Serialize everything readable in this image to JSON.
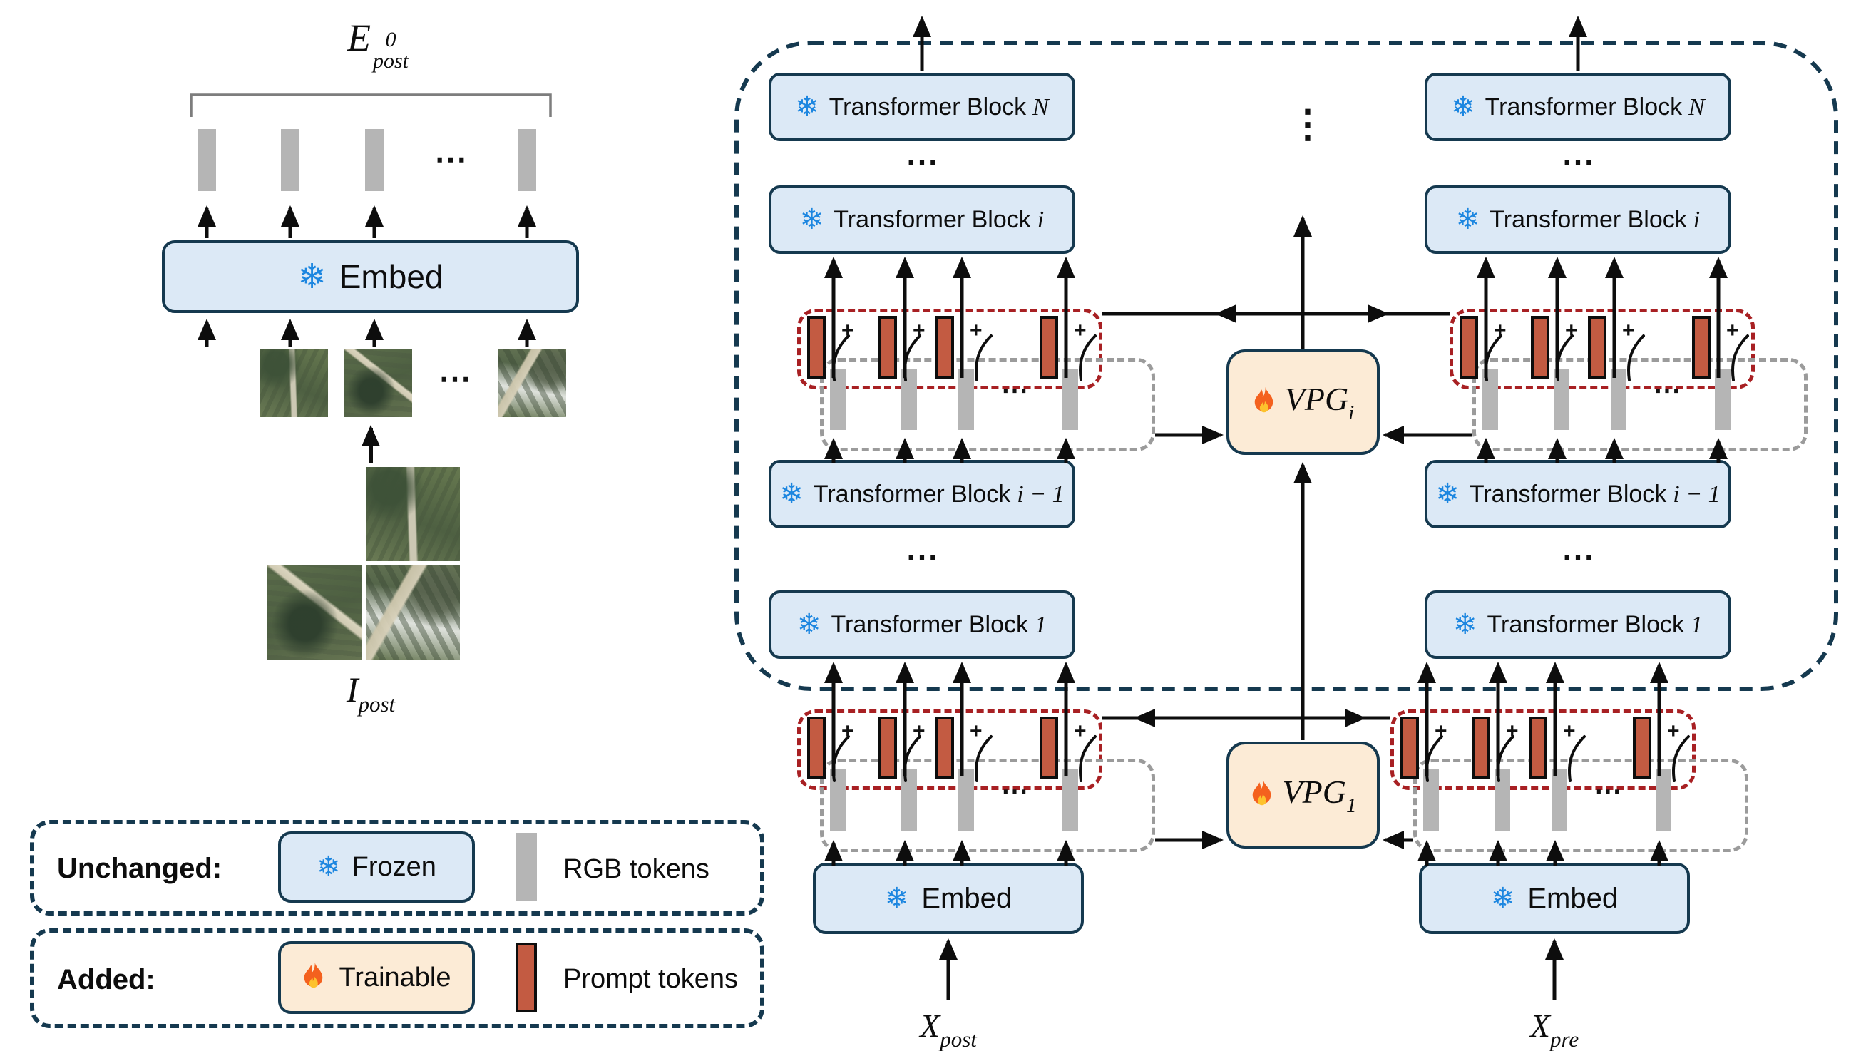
{
  "glyphs": {
    "snowflake": "❄",
    "plus": "+",
    "hdots": "⋯",
    "vdots": "⋮"
  },
  "left_panel": {
    "output_label": {
      "base": "E",
      "sup": "0",
      "sub": "post"
    },
    "embed_label": "Embed",
    "input_label": {
      "base": "I",
      "sub": "post"
    }
  },
  "legend": {
    "unchanged_title": "Unchanged:",
    "frozen_label": "Frozen",
    "rgb_label": "RGB tokens",
    "added_title": "Added:",
    "trainable_label": "Trainable",
    "prompt_label": "Prompt tokens"
  },
  "encoder": {
    "block_prefix": "Transformer Block",
    "block_n": "N",
    "block_i": "i",
    "block_im1": "i − 1",
    "block_1": "1",
    "embed_label": "Embed",
    "vpg_base": "VPG",
    "vpg_sub_i": "i",
    "vpg_sub_1": "1",
    "x_post": {
      "base": "X",
      "sub": "post"
    },
    "x_pre": {
      "base": "X",
      "sub": "pre"
    }
  },
  "colors": {
    "frozen_fill": "#dce9f6",
    "trainable_fill": "#fcebd6",
    "navy_border": "#15394f",
    "prompt_red": "#c35b42",
    "rgb_gray": "#b5b5b5",
    "red_dash": "#a82023",
    "gray_dash": "#9b9b9b",
    "snow_blue": "#1c86e0"
  }
}
